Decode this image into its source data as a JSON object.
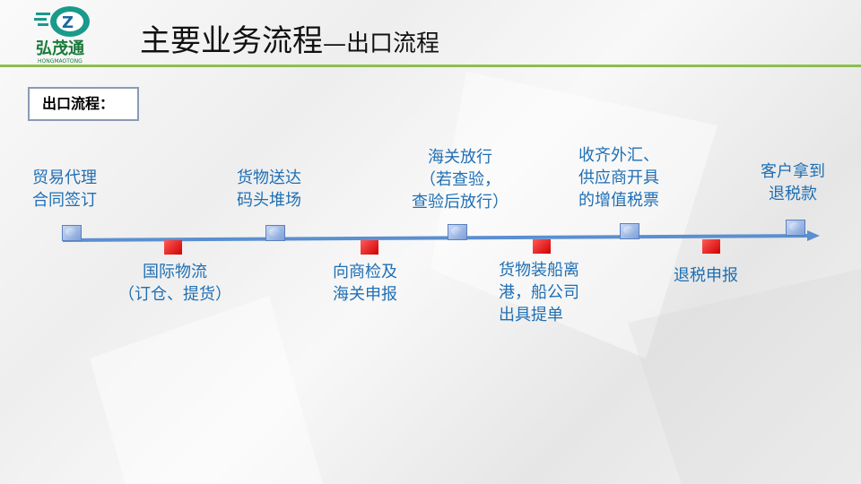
{
  "header": {
    "logo_text": "弘茂通",
    "logo_sub": "HONGMAOTONG",
    "title": "主要业务流程",
    "title_suffix": "—出口流程"
  },
  "section_label": "出口流程：",
  "colors": {
    "accent": "#8cbf4e",
    "timeline": "#5b8fd0",
    "text": "#1f6fb4",
    "red_marker": "#e00000"
  },
  "steps_top": [
    {
      "lines": [
        "贸易代理",
        "合同签订"
      ]
    },
    {
      "lines": [
        "货物送达",
        "码头堆场"
      ]
    },
    {
      "lines": [
        "海关放行",
        "（若查验，",
        "查验后放行）"
      ]
    },
    {
      "lines": [
        "收齐外汇、",
        "供应商开具",
        "的增值税票"
      ]
    },
    {
      "lines": [
        "客户拿到",
        "退税款"
      ]
    }
  ],
  "steps_bottom": [
    {
      "lines": [
        "国际物流",
        "（订仓、提货）"
      ]
    },
    {
      "lines": [
        "向商检及",
        "海关申报"
      ]
    },
    {
      "lines": [
        "货物装船离",
        "港，船公司",
        "出具提单"
      ]
    },
    {
      "lines": [
        "退税申报"
      ]
    }
  ]
}
